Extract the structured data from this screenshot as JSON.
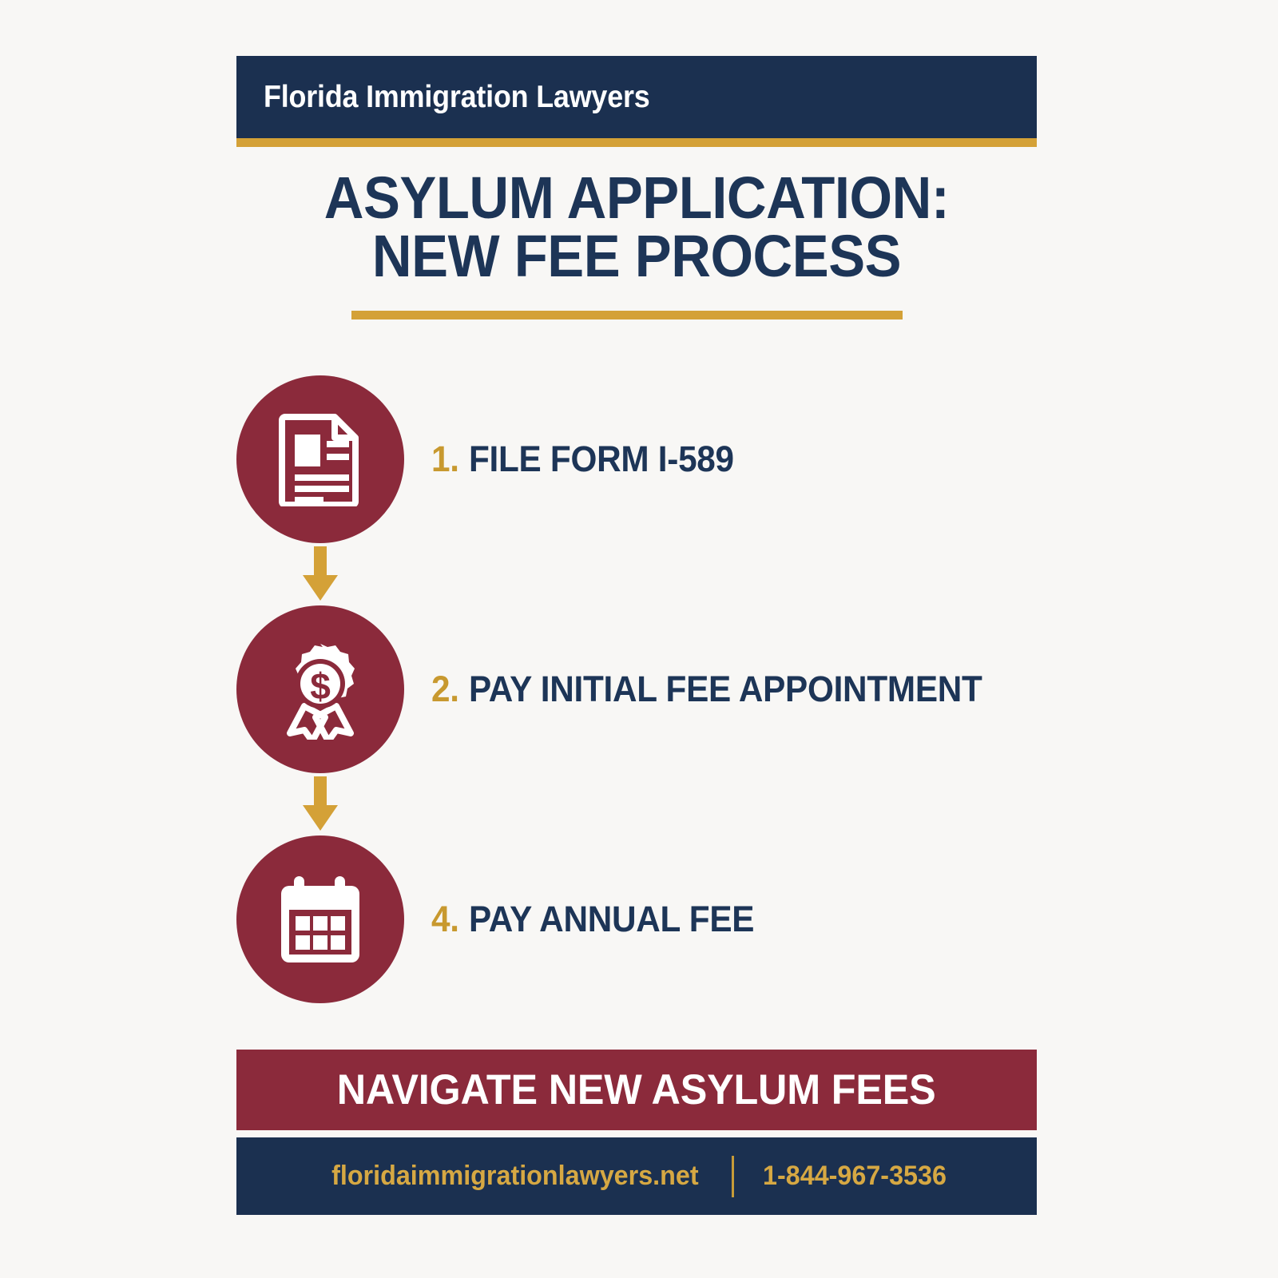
{
  "brand": {
    "name": "Florida Immigration Lawyers"
  },
  "title": {
    "line1": "ASYLUM APPLICATION:",
    "line2": "NEW FEE PROCESS"
  },
  "steps": [
    {
      "number": "1.",
      "label": "FILE FORM I-589",
      "icon": "document-icon"
    },
    {
      "number": "2.",
      "label": "PAY INITIAL FEE APPOINTMENT",
      "icon": "award-badge-dollar-icon"
    },
    {
      "number": "4.",
      "label": "PAY ANNUAL FEE",
      "icon": "calendar-icon"
    }
  ],
  "connectors": [
    {
      "icon": "arrow-down-icon"
    },
    {
      "icon": "arrow-down-icon"
    }
  ],
  "cta": {
    "text": "NAVIGATE NEW ASYLUM FEES"
  },
  "footer": {
    "website": "floridaimmigrationlawyers.net",
    "phone": "1-844-967-3536"
  },
  "colors": {
    "navy": "#1b3050",
    "maroon": "#8b2a3b",
    "gold": "#d4a137",
    "gold_text": "#d6a843",
    "background": "#f8f7f5",
    "white": "#ffffff"
  }
}
